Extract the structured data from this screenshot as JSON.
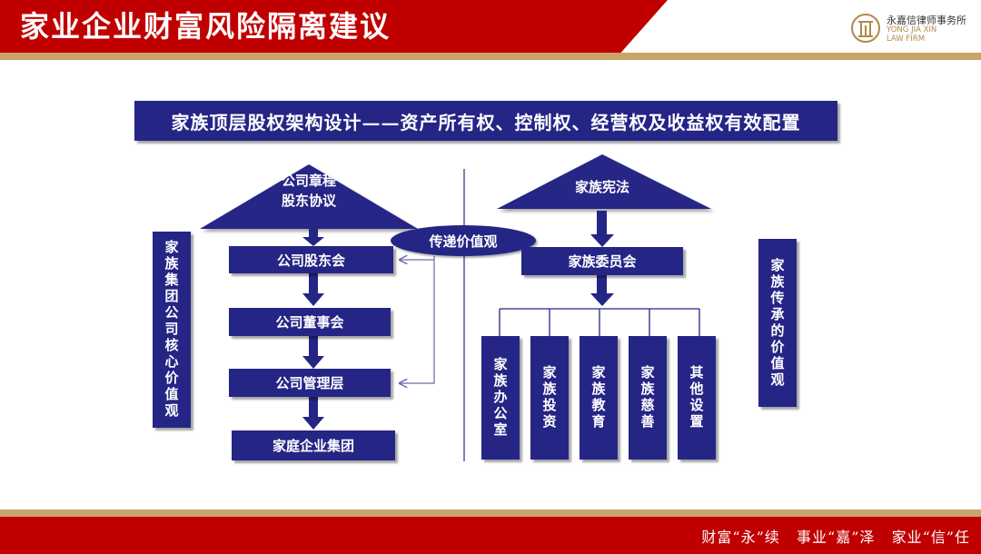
{
  "header": {
    "title": "家业企业财富风险隔离建议",
    "logo": {
      "cn": "永嘉信律师事务所",
      "en_line1": "YONG JIA XIN",
      "en_line2": "LAW FIRM"
    }
  },
  "diagram": {
    "banner": "家族顶层股权架构设计——资产所有权、控制权、经营权及收益权有效配置",
    "left_triangle": {
      "line1": "公司章程",
      "line2": "股东协议"
    },
    "left_chain": [
      "公司股东会",
      "公司董事会",
      "公司管理层",
      "家庭企业集团"
    ],
    "left_side_label": "家族集团公司核心价值观",
    "center_ellipse": "传递价值观",
    "right_triangle": "家族宪法",
    "right_committee": "家族委员会",
    "right_branches": [
      "家族办公室",
      "家族投资",
      "家族教育",
      "家族慈善",
      "其他设置"
    ],
    "right_side_label": "家族传承的价值观"
  },
  "footer": {
    "slogan": "财富“永”续   事业“嘉”泽   家业“信”任"
  },
  "colors": {
    "header_red": "#c00000",
    "gold": "#c9a46a",
    "navy": "#252586"
  }
}
